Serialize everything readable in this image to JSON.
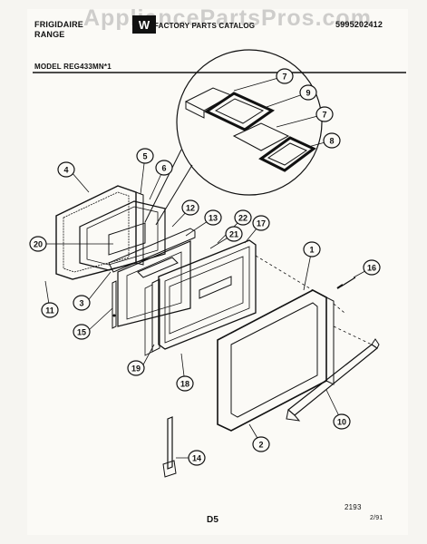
{
  "header": {
    "brand_line1": "FRIGIDAIRE",
    "brand_line2": "RANGE",
    "center_label": "FACTORY PARTS CATALOG",
    "part_number": "5995202412",
    "model": "MODEL REG433MN*1",
    "watermark": "AppliancePartsPros.com"
  },
  "callouts": [
    "1",
    "2",
    "3",
    "4",
    "5",
    "6",
    "7",
    "7",
    "8",
    "9",
    "10",
    "11",
    "12",
    "13",
    "14",
    "15",
    "16",
    "17",
    "18",
    "19",
    "20",
    "21",
    "22"
  ],
  "footer": {
    "code": "2193",
    "page": "D5",
    "date": "2/91"
  },
  "colors": {
    "line": "#111111",
    "paper": "#fbfaf6",
    "watermark": "#969696"
  }
}
